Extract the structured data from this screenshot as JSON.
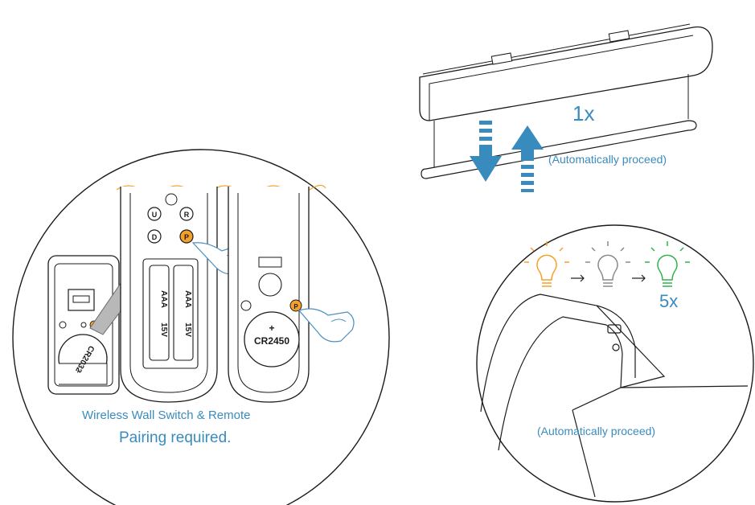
{
  "left_panel": {
    "caption": "Wireless Wall Switch & Remote",
    "note": "Pairing required.",
    "switch_battery": "CR2032",
    "remote_battery_top": "+",
    "remote_battery": "CR2450",
    "aaa_left": "AAA",
    "aaa_left_volt": "15V",
    "aaa_right": "AAA",
    "aaa_right_volt": "15V",
    "buttons": [
      "U",
      "D",
      "R",
      "P",
      "P"
    ]
  },
  "top_right": {
    "count": "1x",
    "note": "(Automatically proceed)"
  },
  "bottom_right": {
    "count": "5x",
    "note": "(Automatically proceed)"
  },
  "colors": {
    "accent": "#3a8bbd",
    "orange": "#f4a02a",
    "green": "#2fb34a",
    "line": "#1b1b1b"
  }
}
